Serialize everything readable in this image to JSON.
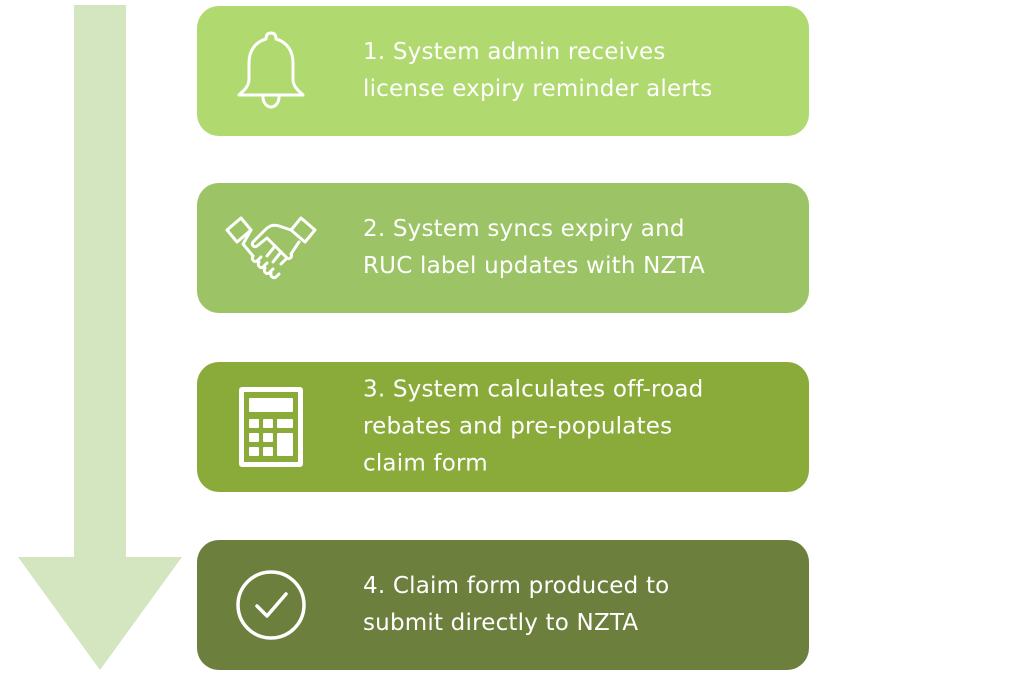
{
  "colors": {
    "arrow": "#d3e6c0",
    "step1": "#b0d96f",
    "step2": "#9cc366",
    "step3": "#8aab3a",
    "step4": "#6c7f3d",
    "text": "#ffffff"
  },
  "steps": [
    {
      "icon": "bell-icon",
      "lines": [
        "1. System admin receives",
        "license expiry reminder alerts"
      ]
    },
    {
      "icon": "handshake-icon",
      "lines": [
        "2. System syncs expiry and",
        "RUC label updates with NZTA"
      ]
    },
    {
      "icon": "calculator-icon",
      "lines": [
        "3. System calculates off-road",
        "rebates and pre-populates",
        "claim form"
      ]
    },
    {
      "icon": "check-circle-icon",
      "lines": [
        "4. Claim form produced to",
        "submit directly to NZTA"
      ]
    }
  ]
}
